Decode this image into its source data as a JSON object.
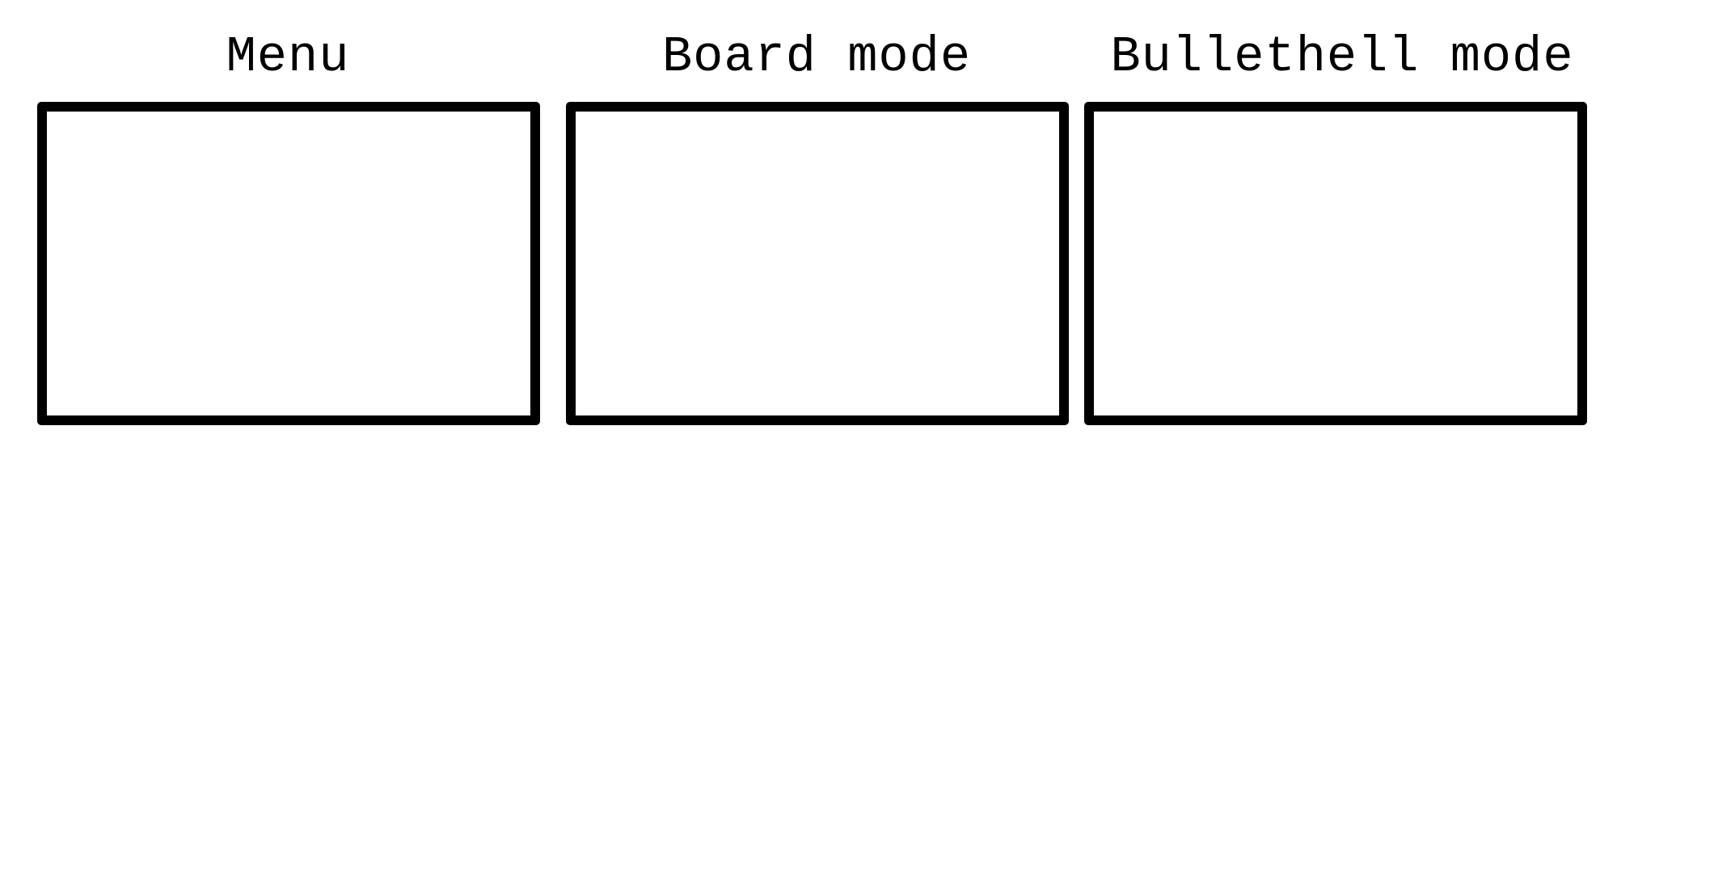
{
  "panels": [
    {
      "label": "Menu"
    },
    {
      "label": "Board mode"
    },
    {
      "label": "Bullethell mode"
    }
  ],
  "colors": {
    "background": "#ffffff",
    "stroke": "#000000",
    "text": "#000000"
  }
}
